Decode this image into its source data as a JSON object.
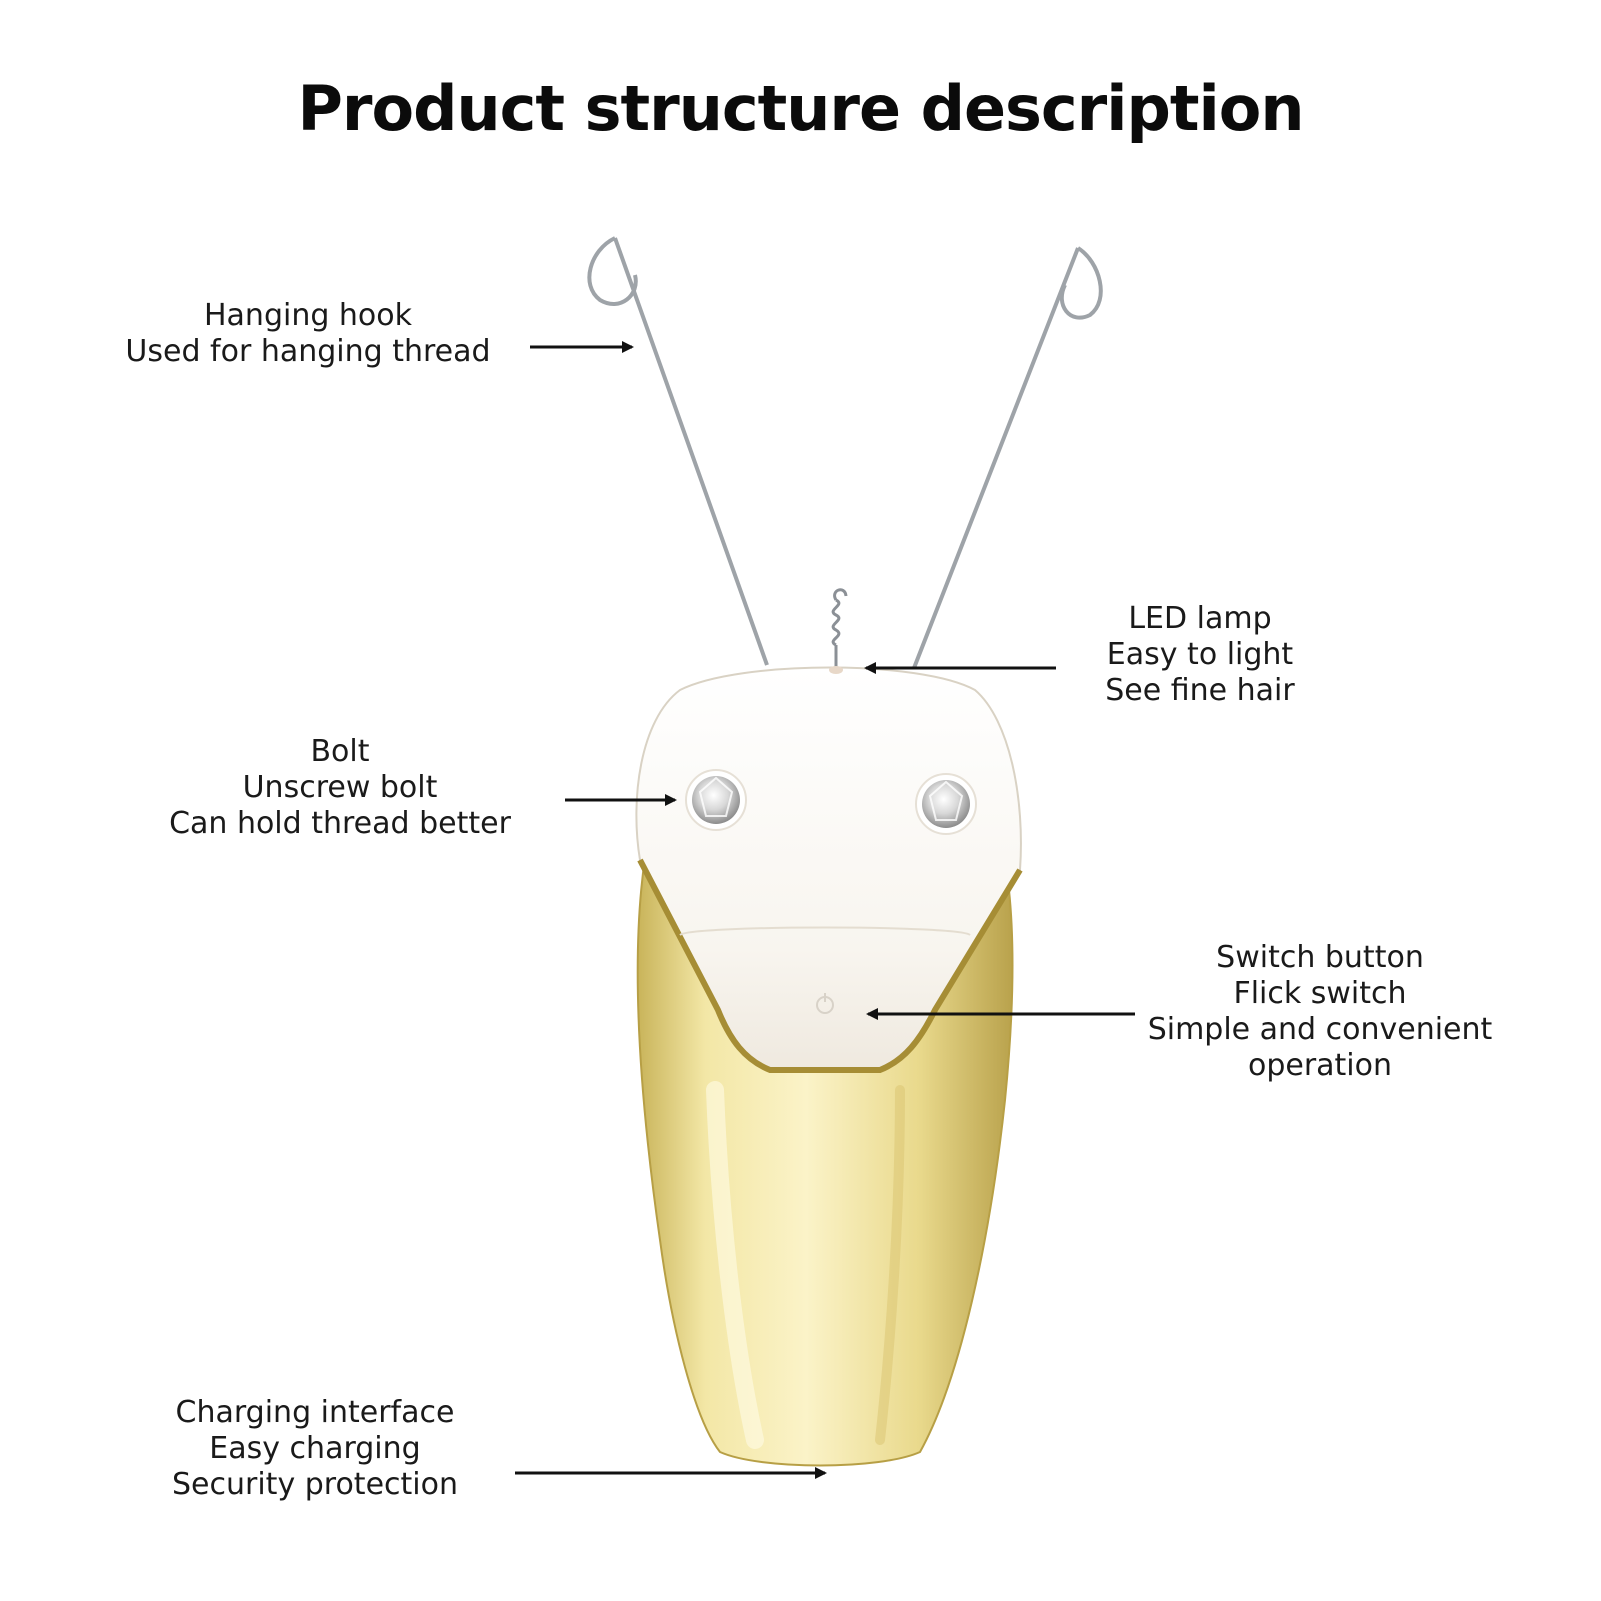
{
  "title": "Product structure description",
  "colors": {
    "gold": "#e6d27a",
    "white_cap": "#fbf9f6",
    "wire": "#9ea3a8",
    "arrow": "#111111"
  },
  "callouts": [
    {
      "id": "hanging-hook",
      "lines": [
        "Hanging hook",
        "Used for hanging thread"
      ]
    },
    {
      "id": "led-lamp",
      "lines": [
        "LED lamp",
        "Easy to light",
        "See fine hair"
      ]
    },
    {
      "id": "bolt",
      "lines": [
        "Bolt",
        "Unscrew bolt",
        "Can hold thread better"
      ]
    },
    {
      "id": "switch-button",
      "lines": [
        "Switch button",
        "Flick switch",
        "Simple and convenient",
        "operation"
      ]
    },
    {
      "id": "charging-interface",
      "lines": [
        "Charging interface",
        "Easy charging",
        "Security protection"
      ]
    }
  ]
}
